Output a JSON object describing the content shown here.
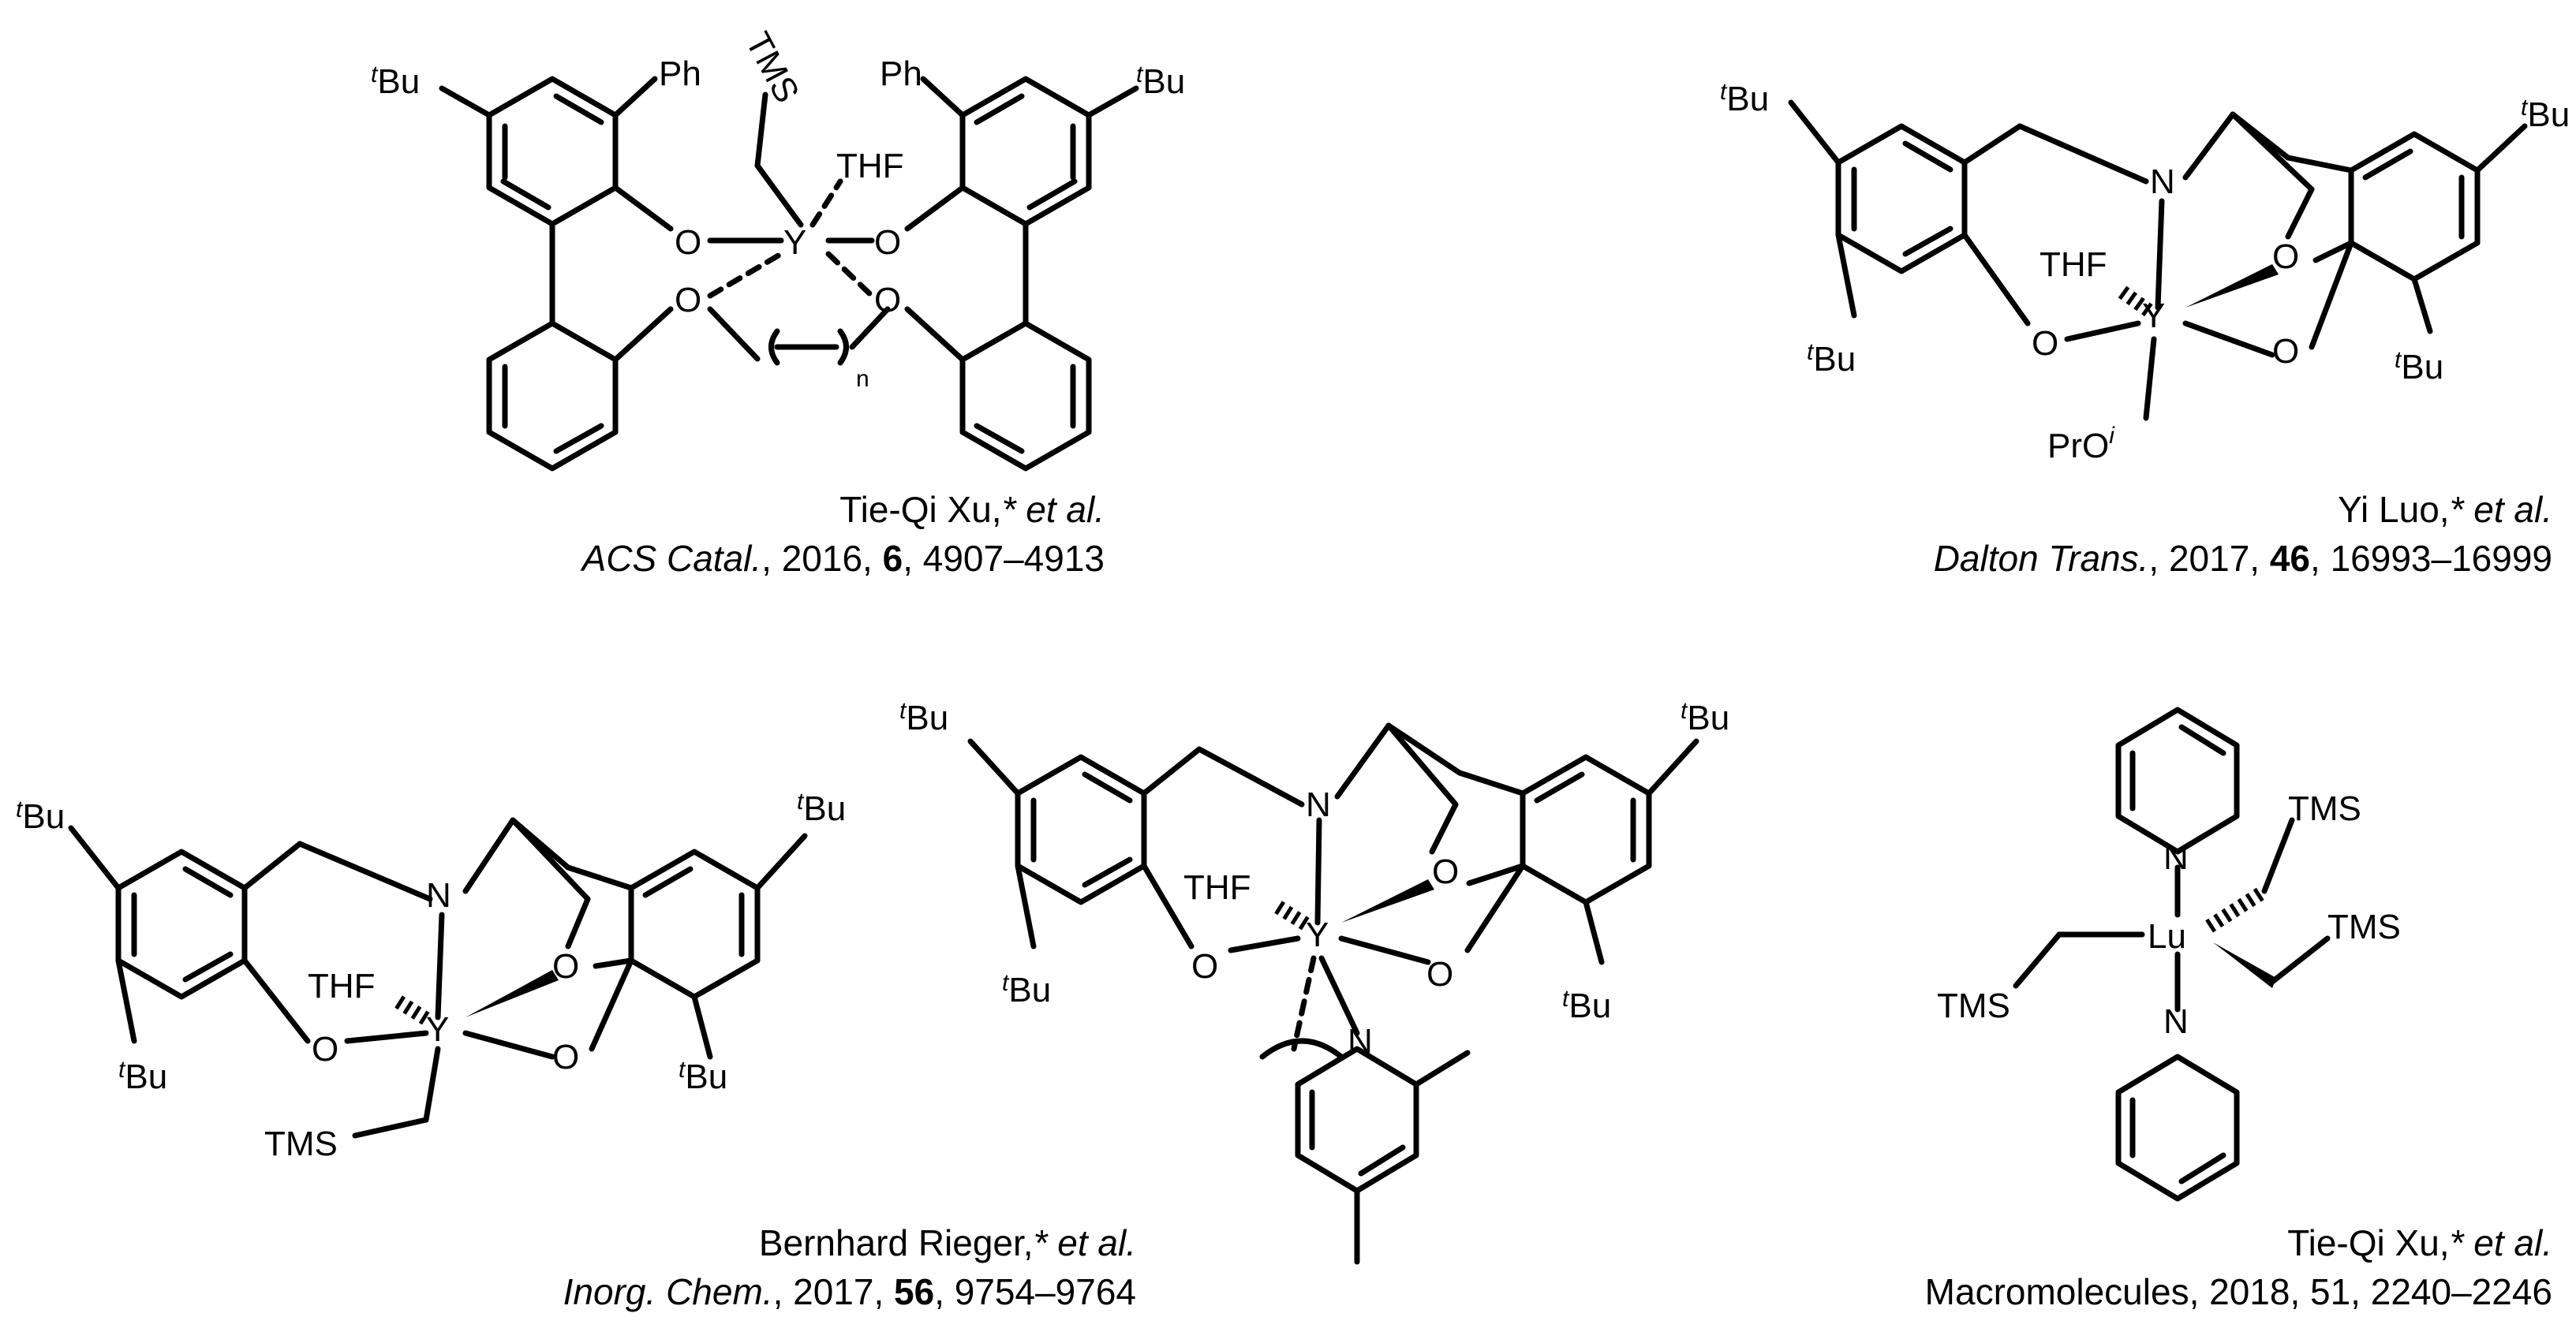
{
  "structures": [
    {
      "id": "top-left",
      "metal": "Y",
      "labels": [
        "tBu",
        "tBu",
        "Ph",
        "Ph",
        "TMS",
        "THF",
        "O",
        "O",
        "O",
        "O",
        "n"
      ],
      "author": "Tie-Qi Xu,",
      "author_suffix": "* et al.",
      "journal": "ACS Catal.",
      "year": ", 2016, ",
      "volume": "6",
      "pages": ", 4907–4913"
    },
    {
      "id": "top-right",
      "metal": "Y",
      "labels": [
        "tBu",
        "tBu",
        "tBu",
        "tBu",
        "N",
        "THF",
        "O",
        "O",
        "O",
        "PrOi"
      ],
      "author": "Yi Luo,",
      "author_suffix": "* et al.",
      "journal": "Dalton Trans.",
      "year": ", 2017, ",
      "volume": "46",
      "pages": ", 16993–16999"
    },
    {
      "id": "bottom-left",
      "metal": "Y",
      "labels": [
        "tBu",
        "tBu",
        "tBu",
        "tBu",
        "N",
        "THF",
        "O",
        "O",
        "O",
        "TMS"
      ],
      "author": "Bernhard Rieger,",
      "author_suffix": "* et al.",
      "journal": "Inorg. Chem.",
      "year": ", 2017, ",
      "volume": "56",
      "pages": ", 9754–9764"
    },
    {
      "id": "bottom-middle",
      "metal": "Y",
      "labels": [
        "tBu",
        "tBu",
        "tBu",
        "tBu",
        "N",
        "N",
        "THF",
        "O",
        "O",
        "O"
      ]
    },
    {
      "id": "bottom-right",
      "metal": "Lu",
      "labels": [
        "N",
        "N",
        "TMS",
        "TMS",
        "TMS"
      ],
      "author": "Tie-Qi Xu,",
      "author_suffix": "* et al.",
      "journal_plain": "Macromolecules, 2018, 51, 2240–2246"
    }
  ],
  "text": {
    "tBu": "Bu",
    "t": "t",
    "Ph": "Ph",
    "TMS": "TMS",
    "THF": "THF",
    "O": "O",
    "N": "N",
    "Y": "Y",
    "Lu": "Lu",
    "n": "n",
    "PrO": "PrO",
    "i": "i"
  }
}
